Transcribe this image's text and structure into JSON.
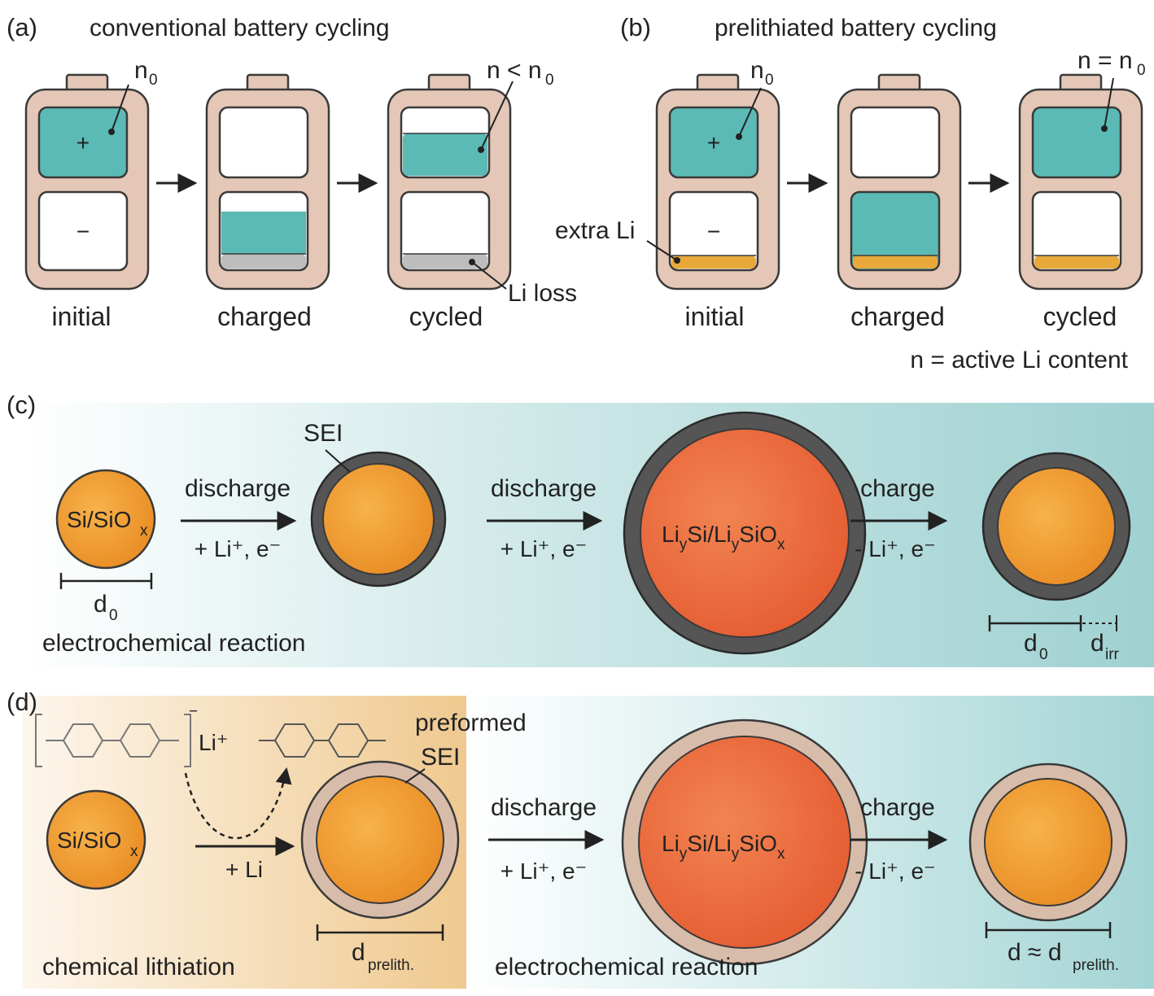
{
  "colors": {
    "battery_case": "#e4c7b6",
    "battery_outline": "#3a3a3a",
    "electrolyte_teal": "#4fb3b0",
    "extra_li_gold": "#e8a93a",
    "li_loss_gray": "#bdbdbd",
    "particle_orange": "#f0a030",
    "lithiated_red": "#e8623a",
    "sei_dark": "#555555",
    "preformed_sei": "#d8bcaa",
    "panel_c_bg": "#a9d6d6",
    "panel_d_chem_bg": "#f1d2a2"
  },
  "panel_a": {
    "label": "(a)",
    "title": "conventional battery cycling",
    "states": [
      "initial",
      "charged",
      "cycled"
    ],
    "n0": "n",
    "n0_sub": "0",
    "n_lt": "n < n",
    "n_lt_sub": "0",
    "li_loss": "Li loss",
    "plus": "+",
    "minus": "−"
  },
  "panel_b": {
    "label": "(b)",
    "title": "prelithiated battery cycling",
    "states": [
      "initial",
      "charged",
      "cycled"
    ],
    "n0": "n",
    "n0_sub": "0",
    "n_eq": "n = n",
    "n_eq_sub": "0",
    "extra_li": "extra Li",
    "legend": "n = active Li content",
    "plus": "+",
    "minus": "−"
  },
  "panel_c": {
    "label": "(c)",
    "sei": "SEI",
    "particle_si": "Si/SiO",
    "particle_si_sub": "x",
    "lithiated_parts": [
      "Li",
      "y",
      "Si/Li",
      "y",
      "SiO",
      "x"
    ],
    "step1": "discharge",
    "step1_sub": "+ Li⁺, e⁻",
    "step2": "discharge",
    "step2_sub": "+ Li⁺, e⁻",
    "step3": "charge",
    "step3_sub": "- Li⁺, e⁻",
    "d0": "d",
    "d0_sub": "0",
    "dirr": "d",
    "dirr_sub": "irr",
    "bottom_label": "electrochemical reaction"
  },
  "panel_d": {
    "label": "(d)",
    "li_plus": "Li⁺",
    "charge_sign": "−",
    "preformed_sei": [
      "preformed",
      "SEI"
    ],
    "particle_si": "Si/SiO",
    "particle_si_sub": "x",
    "step1_sub": "+ Li",
    "step2": "discharge",
    "step2_sub": "+ Li⁺, e⁻",
    "step3": "charge",
    "step3_sub": "- Li⁺, e⁻",
    "lithiated_parts": [
      "Li",
      "y",
      "Si/Li",
      "y",
      "SiO",
      "x"
    ],
    "dprelith": "d",
    "dprelith_sub": "prelith.",
    "d_approx": "d ≈ d",
    "d_approx_sub": "prelith.",
    "left_label": "chemical lithiation",
    "right_label": "electrochemical reaction"
  }
}
